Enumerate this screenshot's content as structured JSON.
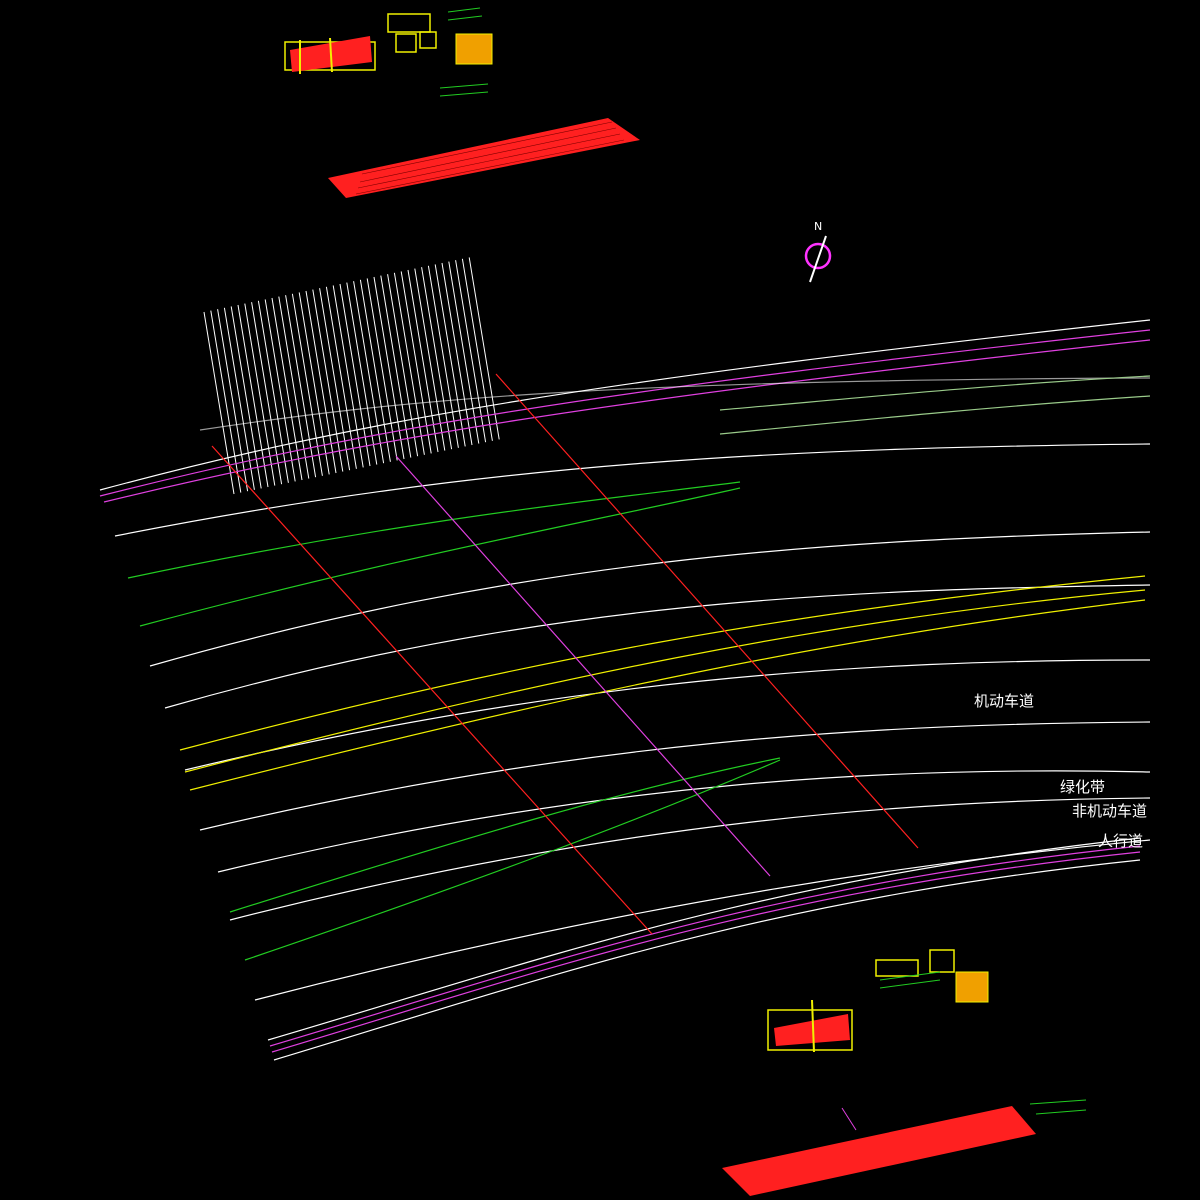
{
  "drawing": {
    "background": "#000000",
    "north_arrow": {
      "label": "N",
      "color": "#ff33ff"
    },
    "labels": {
      "motor_lane": "机动车道",
      "green_belt": "绿化带",
      "non_motor_lane": "非机动车道",
      "sidewalk": "人行道"
    },
    "colors": {
      "white": "#ffffff",
      "magenta": "#e040e0",
      "green": "#22cc22",
      "yellow": "#f0f000",
      "red": "#ff2020",
      "pale_green": "#9acb8a",
      "hatch": "#ff2020"
    }
  }
}
